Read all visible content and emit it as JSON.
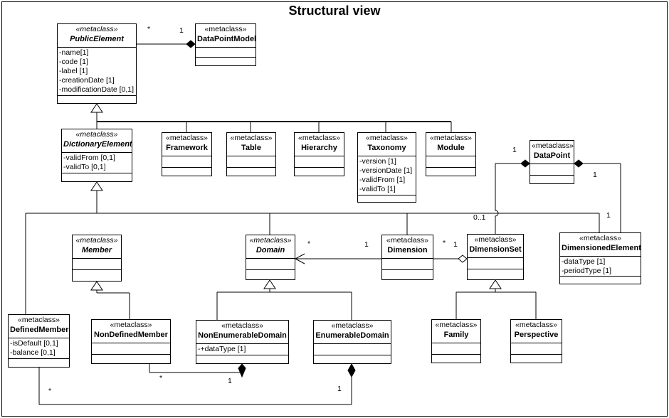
{
  "title": "Structural view",
  "classes": {
    "public_element": {
      "stereotype": "«metaclass»",
      "name": "PublicElement",
      "attributes": [
        "-name[1]",
        "-code [1]",
        "-label [1]",
        "-creationDate [1]",
        "-modificationDate [0,1]"
      ]
    },
    "data_point_model": {
      "stereotype": "«metaclass»",
      "name": "DataPointModel",
      "attributes": []
    },
    "dictionary_element": {
      "stereotype": "«metaclass»",
      "name": "DictionaryElement",
      "attributes": [
        "-validFrom [0,1]",
        "-validTo [0,1]"
      ]
    },
    "framework": {
      "stereotype": "«metaclass»",
      "name": "Framework",
      "attributes": []
    },
    "table": {
      "stereotype": "«metaclass»",
      "name": "Table",
      "attributes": []
    },
    "hierarchy": {
      "stereotype": "«metaclass»",
      "name": "Hierarchy",
      "attributes": []
    },
    "taxonomy": {
      "stereotype": "«metaclass»",
      "name": "Taxonomy",
      "attributes": [
        "-version [1]",
        "-versionDate [1]",
        "-validFrom [1]",
        "-validTo [1]"
      ]
    },
    "module": {
      "stereotype": "«metaclass»",
      "name": "Module",
      "attributes": []
    },
    "data_point": {
      "stereotype": "«metaclass»",
      "name": "DataPoint",
      "attributes": []
    },
    "member": {
      "stereotype": "«metaclass»",
      "name": "Member",
      "attributes": []
    },
    "domain": {
      "stereotype": "«metaclass»",
      "name": "Domain",
      "attributes": []
    },
    "dimension": {
      "stereotype": "«metaclass»",
      "name": "Dimension",
      "attributes": []
    },
    "dimension_set": {
      "stereotype": "«metaclass»",
      "name": "DimensionSet",
      "attributes": []
    },
    "dimensioned_element": {
      "stereotype": "«metaclass»",
      "name": "DimensionedElement",
      "attributes": [
        "-dataType [1]",
        "-periodType [1]"
      ]
    },
    "defined_member": {
      "stereotype": "«metaclass»",
      "name": "DefinedMember",
      "attributes": [
        "-isDefault [0,1]",
        "-balance [0,1]"
      ]
    },
    "non_defined_member": {
      "stereotype": "«metaclass»",
      "name": "NonDefinedMember",
      "attributes": []
    },
    "non_enumerable_domain": {
      "stereotype": "«metaclass»",
      "name": "NonEnumerableDomain",
      "attributes": [
        "-+dataType [1]"
      ]
    },
    "enumerable_domain": {
      "stereotype": "«metaclass»",
      "name": "EnumerableDomain",
      "attributes": []
    },
    "family": {
      "stereotype": "«metaclass»",
      "name": "Family",
      "attributes": []
    },
    "perspective": {
      "stereotype": "«metaclass»",
      "name": "Perspective",
      "attributes": []
    }
  },
  "multiplicities": {
    "pe_dpm_star": "*",
    "pe_dpm_one": "1",
    "dp_left_one": "1",
    "dp_right_one": "1",
    "de_one": "1",
    "ds_zero_one": "0..1",
    "domain_star": "*",
    "dim_domain_one": "1",
    "dim_ds_star": "*",
    "ds_dim_one": "1",
    "ndm_star": "*",
    "ned_one": "1",
    "dm_star": "*",
    "ed_one": "1"
  }
}
